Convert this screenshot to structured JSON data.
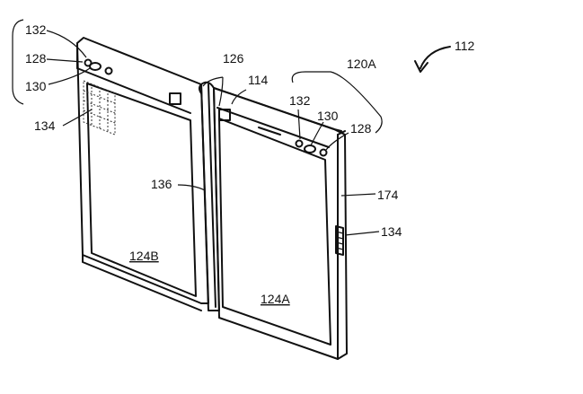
{
  "figure": {
    "device_ref": "112",
    "group_ref": "120A",
    "hinge_ref": "126",
    "body_ref": "114",
    "left_screen_ref": "124B",
    "right_screen_ref": "124A",
    "hinge_line_ref": "136",
    "side_ref": "174",
    "left_panel": {
      "ref_132": "132",
      "ref_128": "128",
      "ref_130": "130",
      "ref_134": "134"
    },
    "right_panel": {
      "ref_132": "132",
      "ref_130": "130",
      "ref_128": "128",
      "ref_134": "134"
    }
  }
}
